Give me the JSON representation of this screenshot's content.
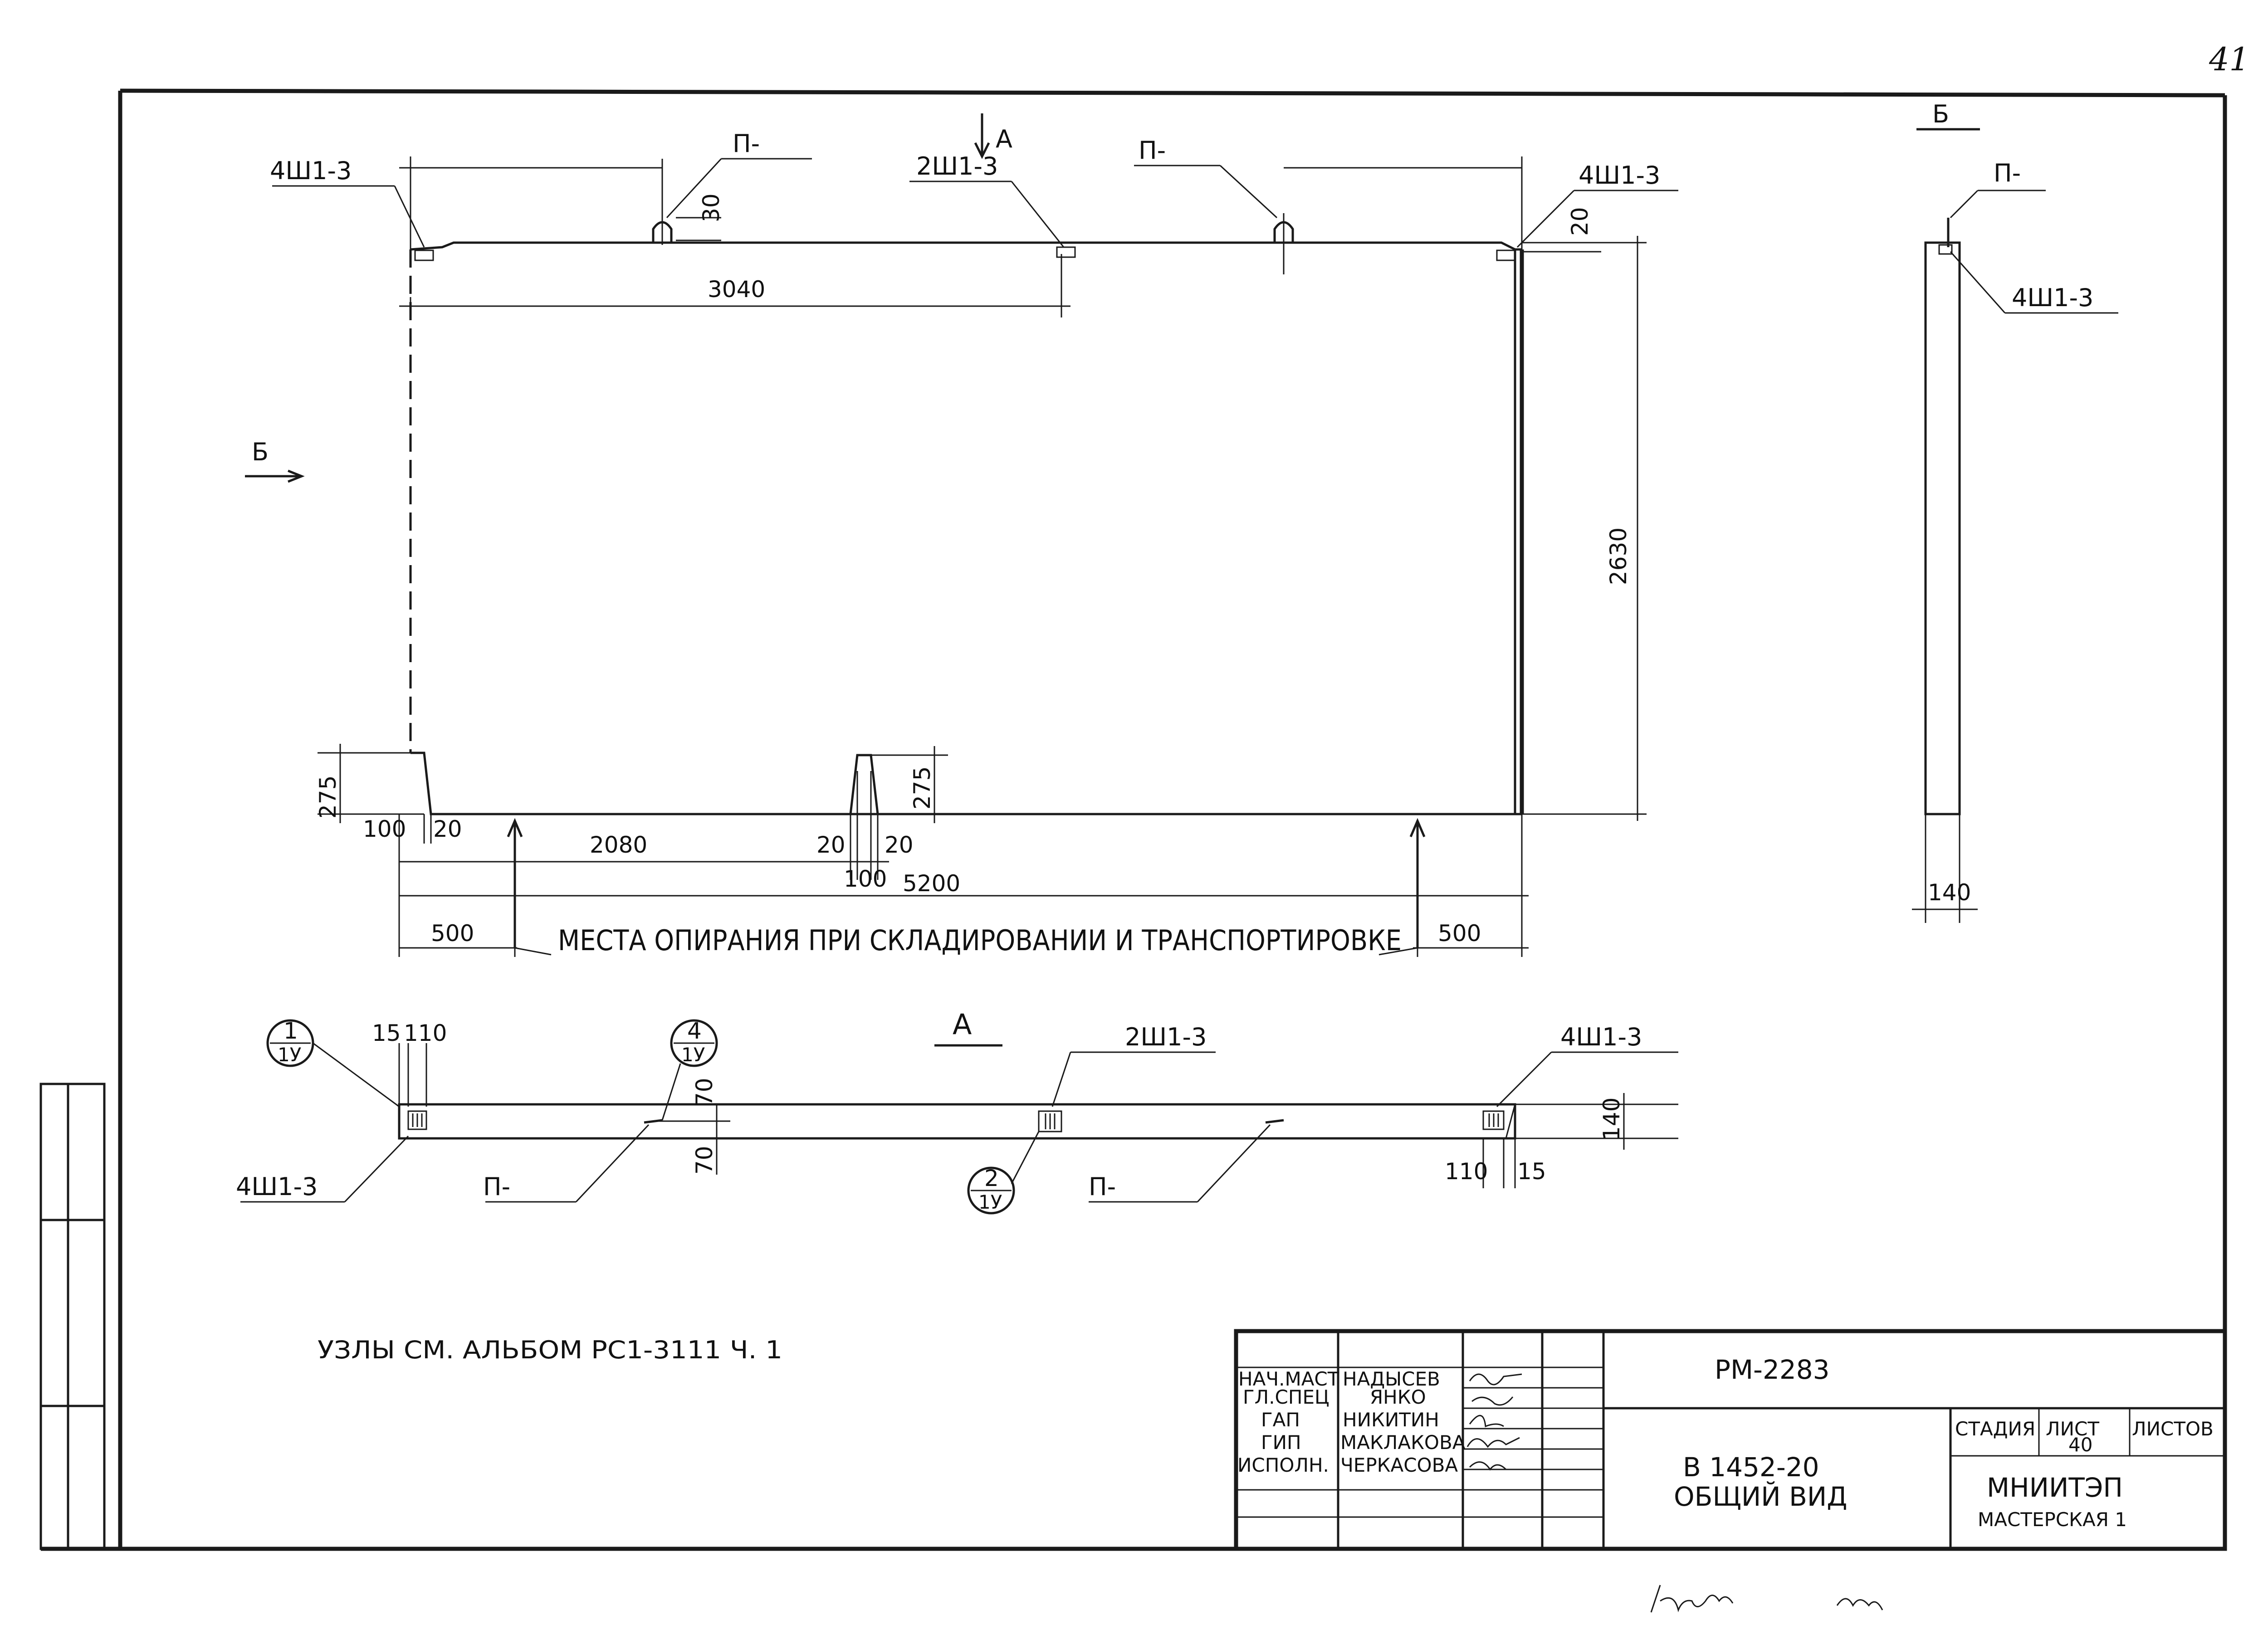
{
  "page_number": "41",
  "sections": {
    "a": "А",
    "b": "Б"
  },
  "markers": {
    "loop": "П-",
    "emb_4": "4Ш1-3",
    "emb_2": "2Ш1-3"
  },
  "elevation_dims": {
    "d3040": "3040",
    "d2630": "2630",
    "d5200": "5200",
    "d2080": "2080",
    "d500": "500",
    "d275": "275",
    "d100": "100",
    "d20": "20",
    "d30": "30"
  },
  "support_note": "МЕСТА ОПИРАНИЯ ПРИ СКЛАДИРОВАНИИ И ТРАНСПОРТИРОВКЕ",
  "plan_dims": {
    "d15": "15",
    "d110": "110",
    "d70": "70",
    "d140": "140"
  },
  "node_refs": [
    {
      "num": "1",
      "sheet": "1У"
    },
    {
      "num": "4",
      "sheet": "1У"
    },
    {
      "num": "2",
      "sheet": "1У"
    }
  ],
  "note": "УЗЛЫ СМ. АЛЬБОМ РС1-3111 Ч. 1",
  "title_block": {
    "code": "РМ-2283",
    "roles": [
      "НАЧ.МАСТ",
      "ГЛ.СПЕЦ",
      "ГАП",
      "ГИП",
      "ИСПОЛН."
    ],
    "names": [
      "НАДЫСЕВ",
      "ЯНКО",
      "НИКИТИН",
      "МАКЛАКОВА",
      "ЧЕРКАСОВА"
    ],
    "product": "В 1452-20",
    "view": "ОБЩИЙ ВИД",
    "stage_label": "СТАДИЯ",
    "sheet_label": "ЛИСТ",
    "sheets_label": "ЛИСТОВ",
    "sheet_no": "40",
    "org": "МНИИТЭП",
    "workshop": "МАСТЕРСКАЯ 1"
  }
}
